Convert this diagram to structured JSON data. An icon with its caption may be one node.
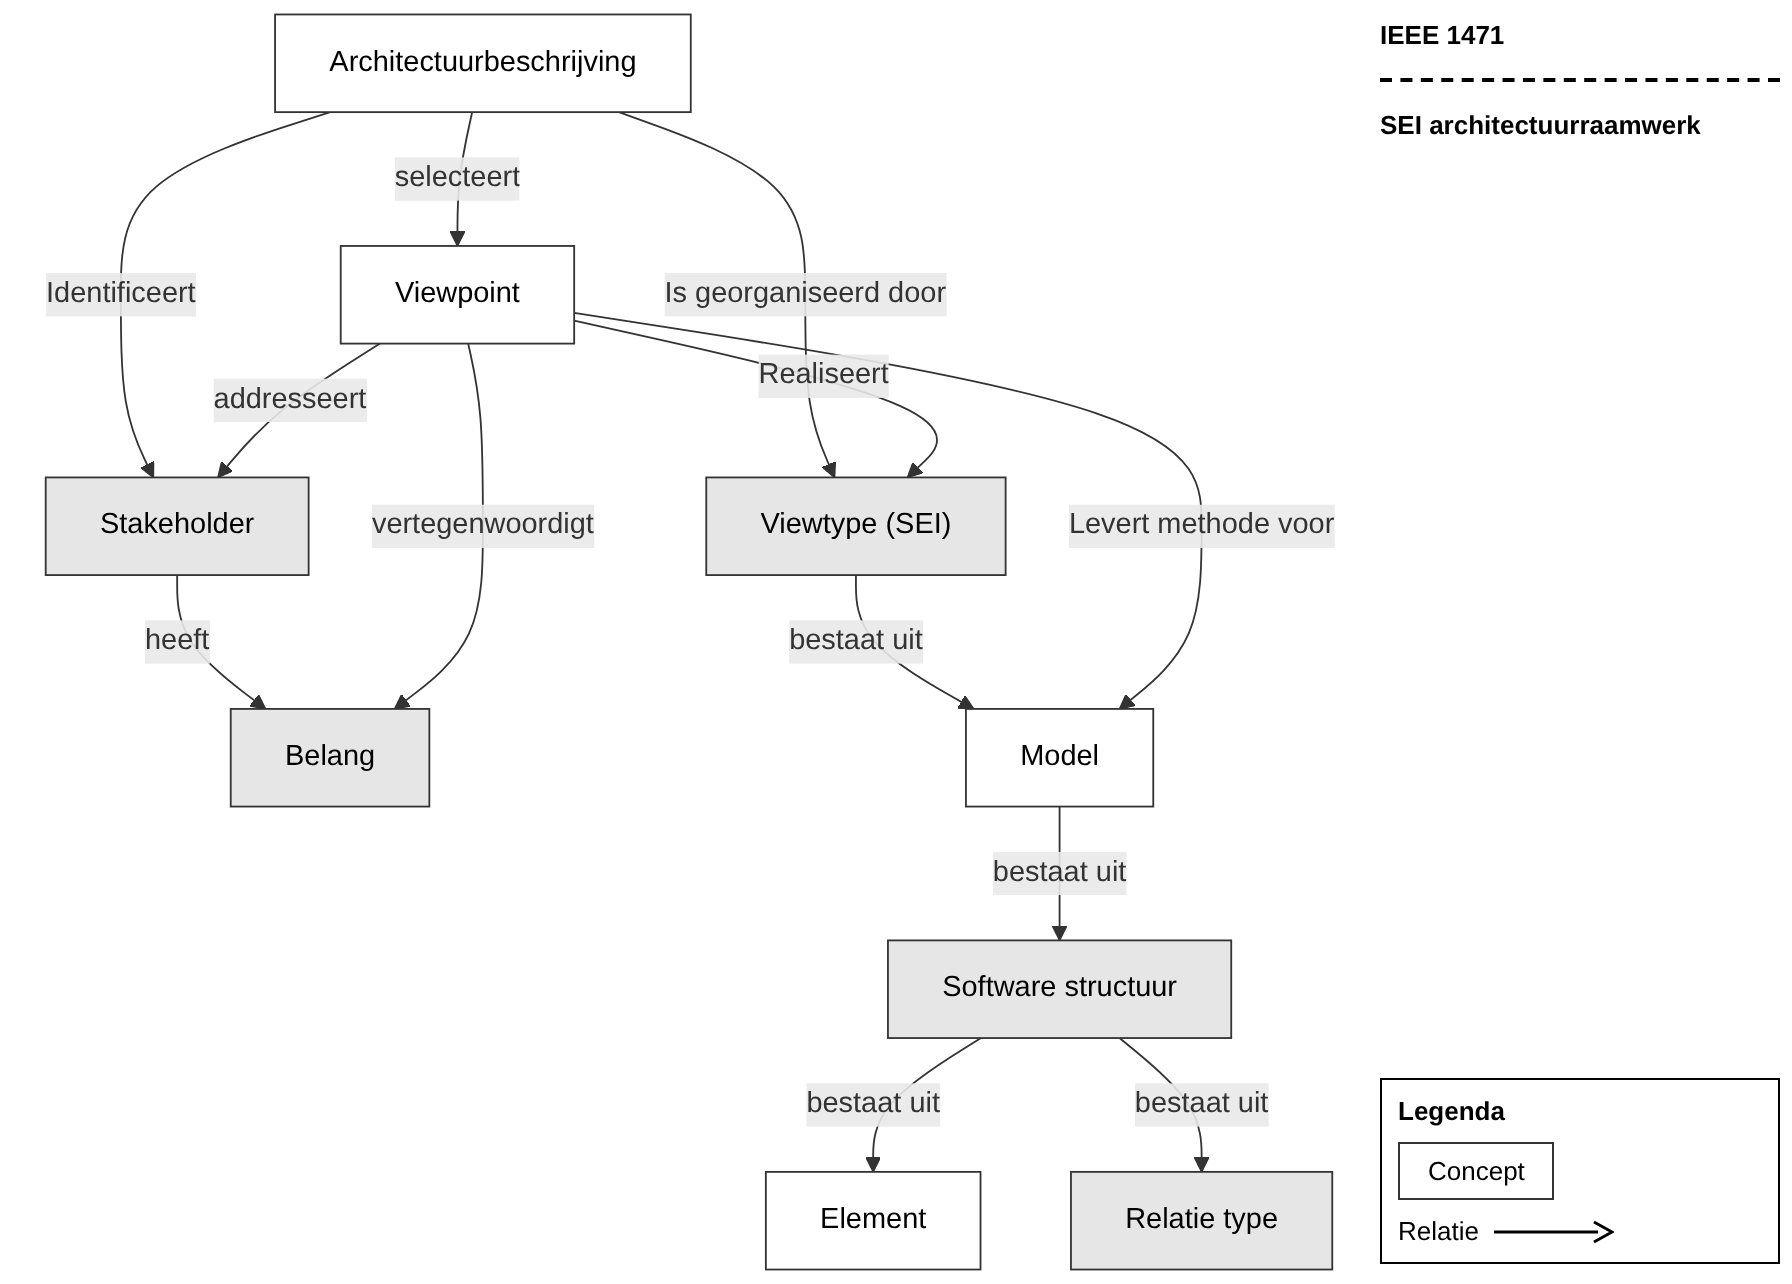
{
  "diagram": {
    "nodes": [
      {
        "text": [
          "Architectuurbeschrijving"
        ]
      },
      {
        "text": [
          "Stakeholder"
        ]
      },
      {
        "text": [
          "Viewtype (SEI)"
        ]
      },
      {
        "text": [
          "Viewpoint"
        ]
      },
      {
        "text": [
          "Belang"
        ]
      },
      {
        "text": [
          "Model"
        ]
      },
      {
        "text": [
          "Software structuur"
        ]
      },
      {
        "text": [
          "Element"
        ]
      },
      {
        "text": [
          "Relatie type"
        ]
      }
    ],
    "edges": [
      {
        "from": 0,
        "to": 1,
        "arrow": "to",
        "label": "Identificeert"
      },
      {
        "from": 0,
        "to": 2,
        "arrow": "to",
        "label": "Is georganiseerd door"
      },
      {
        "from": 0,
        "to": 3,
        "arrow": "to",
        "label": "selecteert"
      },
      {
        "from": 3,
        "to": 1,
        "arrow": "to",
        "label": "addresseert"
      },
      {
        "from": 3,
        "to": 2,
        "arrow": "to",
        "label": "Realiseert"
      },
      {
        "from": 1,
        "to": 4,
        "arrow": "to",
        "label": "heeft"
      },
      {
        "from": 2,
        "to": 5,
        "arrow": "to",
        "label": "bestaat uit"
      },
      {
        "from": 3,
        "to": 4,
        "arrow": "to",
        "label": "vertegenwoordigt"
      },
      {
        "from": 3,
        "to": 5,
        "arrow": "to",
        "label": "Levert methode voor"
      },
      {
        "from": 5,
        "to": 6,
        "arrow": "to",
        "label": "bestaat uit"
      },
      {
        "from": 6,
        "to": 7,
        "arrow": "to",
        "label": "bestaat uit"
      },
      {
        "from": 6,
        "to": 8,
        "arrow": "to",
        "label": "bestaat uit"
      }
    ],
    "labels": [
      "IEEE 1471",
      "SEI architectuurraamwerk",
      "Legenda"
    ],
    "legend": [
      {
        "text": "Concept"
      },
      {
        "text": "Relatie"
      }
    ]
  }
}
